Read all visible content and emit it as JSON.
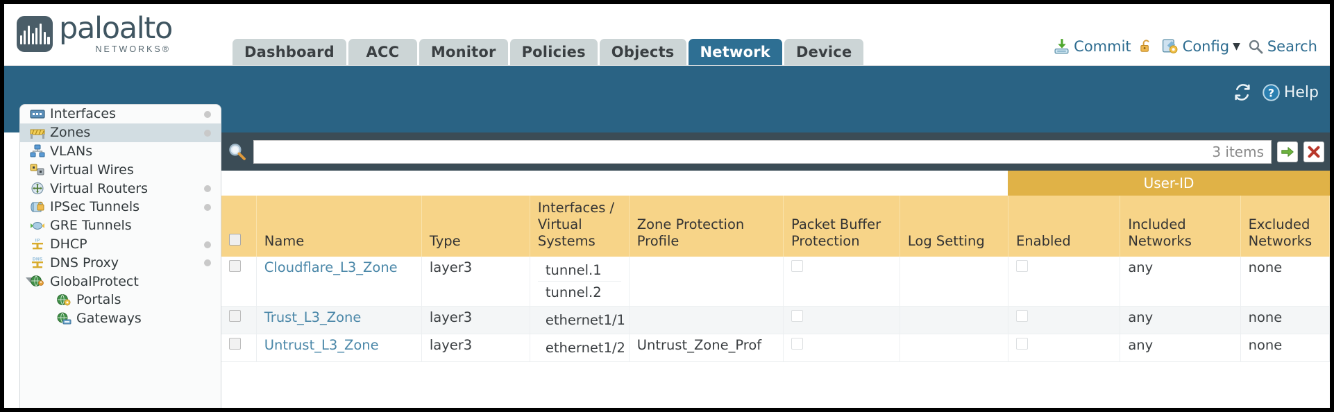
{
  "brand": {
    "name": "paloalto",
    "tagline": "NETWORKS",
    "registered": "®"
  },
  "nav": {
    "tabs": [
      {
        "label": "Dashboard",
        "active": false
      },
      {
        "label": "ACC",
        "active": false
      },
      {
        "label": "Monitor",
        "active": false
      },
      {
        "label": "Policies",
        "active": false
      },
      {
        "label": "Objects",
        "active": false
      },
      {
        "label": "Network",
        "active": true
      },
      {
        "label": "Device",
        "active": false
      }
    ]
  },
  "header_actions": {
    "commit": {
      "label": "Commit",
      "icon": "commit-save-icon"
    },
    "lock": {
      "icon": "unlocked-padlock-icon"
    },
    "config": {
      "label": "Config",
      "icon": "config-wrench-icon",
      "caret": "▼"
    },
    "search": {
      "label": "Search",
      "icon": "magnifier-icon"
    }
  },
  "blueband": {
    "refresh": {
      "icon": "refresh-icon"
    },
    "help": {
      "label": "Help",
      "icon": "help-question-icon"
    }
  },
  "search": {
    "icon": "magnifier-icon",
    "value": "",
    "placeholder": "",
    "count_label": "3 items",
    "apply_icon": "green-arrow-right-icon",
    "clear_icon": "red-x-icon"
  },
  "sidebar": {
    "items": [
      {
        "label": "Interfaces",
        "icon": "interfaces-icon",
        "dot": true,
        "selected": false,
        "child": false,
        "caret": false
      },
      {
        "label": "Zones",
        "icon": "zones-icon",
        "dot": true,
        "selected": true,
        "child": false,
        "caret": false
      },
      {
        "label": "VLANs",
        "icon": "vlans-icon",
        "dot": false,
        "selected": false,
        "child": false,
        "caret": false
      },
      {
        "label": "Virtual Wires",
        "icon": "virtual-wires-icon",
        "dot": false,
        "selected": false,
        "child": false,
        "caret": false
      },
      {
        "label": "Virtual Routers",
        "icon": "virtual-routers-icon",
        "dot": true,
        "selected": false,
        "child": false,
        "caret": false
      },
      {
        "label": "IPSec Tunnels",
        "icon": "ipsec-tunnels-icon",
        "dot": true,
        "selected": false,
        "child": false,
        "caret": false
      },
      {
        "label": "GRE Tunnels",
        "icon": "gre-tunnels-icon",
        "dot": false,
        "selected": false,
        "child": false,
        "caret": false
      },
      {
        "label": "DHCP",
        "icon": "dhcp-icon",
        "dot": true,
        "selected": false,
        "child": false,
        "caret": false
      },
      {
        "label": "DNS Proxy",
        "icon": "dns-proxy-icon",
        "dot": true,
        "selected": false,
        "child": false,
        "caret": false
      },
      {
        "label": "GlobalProtect",
        "icon": "globalprotect-icon",
        "dot": false,
        "selected": false,
        "child": false,
        "caret": true
      },
      {
        "label": "Portals",
        "icon": "portals-icon",
        "dot": false,
        "selected": false,
        "child": true,
        "caret": false
      },
      {
        "label": "Gateways",
        "icon": "gateways-icon",
        "dot": false,
        "selected": false,
        "child": true,
        "caret": false
      }
    ]
  },
  "table": {
    "group_header": {
      "label": "User-ID",
      "span": 3
    },
    "columns": [
      {
        "key": "checkbox",
        "label": ""
      },
      {
        "key": "name",
        "label": "Name"
      },
      {
        "key": "type",
        "label": "Type"
      },
      {
        "key": "interfaces",
        "label": "Interfaces / Virtual Systems"
      },
      {
        "key": "zone_protection_profile",
        "label": "Zone Protection Profile"
      },
      {
        "key": "packet_buffer_protection",
        "label": "Packet Buffer Protection"
      },
      {
        "key": "log_setting",
        "label": "Log Setting"
      },
      {
        "key": "userid_enabled",
        "label": "Enabled"
      },
      {
        "key": "included_networks",
        "label": "Included Networks"
      },
      {
        "key": "excluded_networks",
        "label": "Excluded Networks"
      }
    ],
    "rows": [
      {
        "selected": false,
        "name": "Cloudflare_L3_Zone",
        "type": "layer3",
        "interfaces": [
          "tunnel.1",
          "tunnel.2"
        ],
        "zone_protection_profile": "",
        "packet_buffer_protection": false,
        "log_setting": "",
        "userid_enabled": false,
        "included_networks": "any",
        "excluded_networks": "none"
      },
      {
        "selected": false,
        "name": "Trust_L3_Zone",
        "type": "layer3",
        "interfaces": [
          "ethernet1/1"
        ],
        "zone_protection_profile": "",
        "packet_buffer_protection": false,
        "log_setting": "",
        "userid_enabled": false,
        "included_networks": "any",
        "excluded_networks": "none"
      },
      {
        "selected": false,
        "name": "Untrust_L3_Zone",
        "type": "layer3",
        "interfaces": [
          "ethernet1/2"
        ],
        "zone_protection_profile": "Untrust_Zone_Prof",
        "packet_buffer_protection": false,
        "log_setting": "",
        "userid_enabled": false,
        "included_networks": "any",
        "excluded_networks": "none"
      }
    ]
  },
  "colors": {
    "brand_dark": "#4a5d68",
    "tab_active": "#2e6f93",
    "tab_inactive": "#ccd5d6",
    "band_blue": "#2a6384",
    "search_bar": "#3b4c56",
    "header_gold": "#f7d488",
    "group_gold": "#e0b247",
    "link_blue": "#4a87a8"
  }
}
